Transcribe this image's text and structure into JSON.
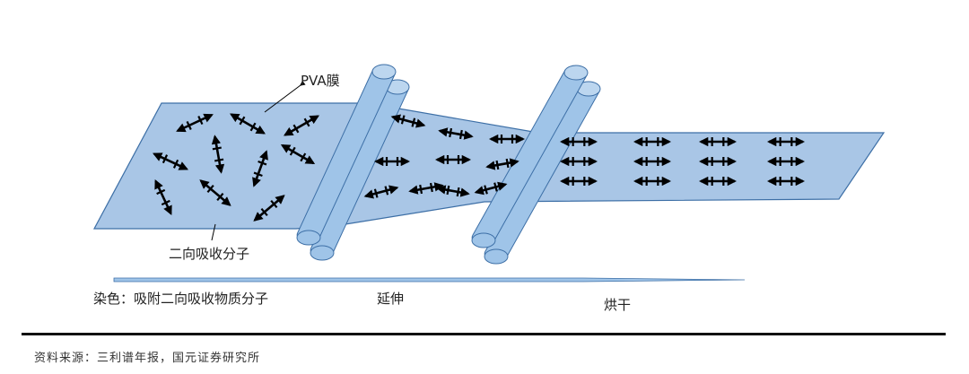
{
  "labels": {
    "pva_film": "PVA膜",
    "dichroic_molecules": "二向吸收分子",
    "stage_dyeing": "染色：吸附二向吸收物质分子",
    "stage_stretching": "延伸",
    "stage_drying": "烘干"
  },
  "source": "资料来源：三利谱年报，国元证券研究所",
  "colors": {
    "film": "#a9c6e6",
    "film_edge": "#3d6fa6",
    "roller": "#9fc4e8",
    "roller_edge": "#3d6fa6",
    "arrow": "#000000"
  }
}
